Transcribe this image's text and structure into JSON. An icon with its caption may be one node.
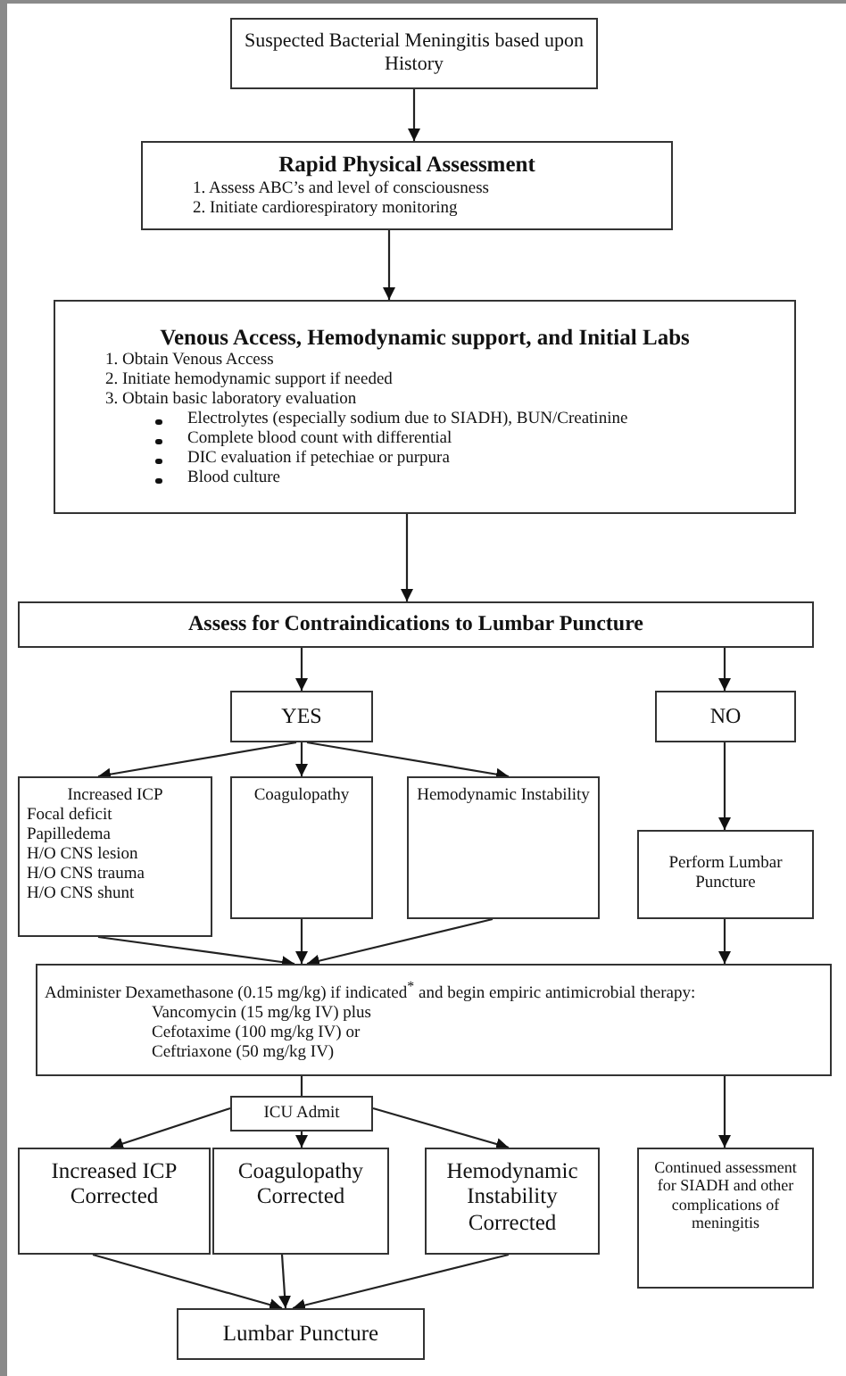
{
  "diagram": {
    "nodes": [
      {
        "text": [
          "Suspected Bacterial Meningitis based upon History"
        ]
      },
      {
        "text": [
          "Rapid Physical Assessment",
          "1. Assess ABC’s and level of consciousness",
          "2. Initiate cardiorespiratory monitoring"
        ]
      },
      {
        "text": [
          "Venous Access, Hemodynamic support, and Initial Labs",
          "1. Obtain Venous Access",
          "2. Initiate hemodynamic support if needed",
          "3. Obtain basic laboratory evaluation",
          "Electrolytes (especially sodium due to SIADH), BUN/Creatinine",
          "Complete blood count with differential",
          "DIC evaluation if petechiae or purpura",
          "Blood culture"
        ]
      },
      {
        "text": [
          "Assess for Contraindications to Lumbar Puncture"
        ]
      },
      {
        "text": [
          "YES"
        ]
      },
      {
        "text": [
          "NO"
        ]
      },
      {
        "text": [
          "Increased ICP",
          "Focal deficit",
          "Papilledema",
          "H/O CNS lesion",
          "H/O CNS trauma",
          "H/O CNS shunt"
        ]
      },
      {
        "text": [
          "Coagulopathy"
        ]
      },
      {
        "text": [
          "Hemodynamic Instability"
        ]
      },
      {
        "text": [
          "Perform Lumbar Puncture"
        ]
      },
      {
        "text": [
          "Administer Dexamethasone (0.15 mg/kg) if indicated$^{*}$ and begin empiric antimicrobial therapy:",
          "Vancomycin (15 mg/kg IV) plus",
          "Cefotaxime (100 mg/kg IV) or",
          "Ceftriaxone (50 mg/kg IV)"
        ]
      },
      {
        "text": [
          "ICU Admit"
        ]
      },
      {
        "text": [
          "Increased ICP Corrected"
        ]
      },
      {
        "text": [
          "Coagulopathy Corrected"
        ]
      },
      {
        "text": [
          "Hemodynamic Instability Corrected"
        ]
      },
      {
        "text": [
          "Continued assessment for SIADH and other complications of meningitis"
        ]
      },
      {
        "text": [
          "Lumbar Puncture"
        ]
      }
    ],
    "edges": [
      {
        "from": 0,
        "to": 1,
        "arrow": "to"
      },
      {
        "from": 1,
        "to": 2,
        "arrow": "to"
      },
      {
        "from": 2,
        "to": 3,
        "arrow": "to"
      },
      {
        "from": 3,
        "to": 4,
        "arrow": "to"
      },
      {
        "from": 3,
        "to": 5,
        "arrow": "to"
      },
      {
        "from": 4,
        "to": 6,
        "arrow": "to"
      },
      {
        "from": 4,
        "to": 7,
        "arrow": "to"
      },
      {
        "from": 4,
        "to": 8,
        "arrow": "to"
      },
      {
        "from": 5,
        "to": 9,
        "arrow": "to"
      },
      {
        "from": 6,
        "to": 10,
        "arrow": "to"
      },
      {
        "from": 7,
        "to": 10,
        "arrow": "to"
      },
      {
        "from": 8,
        "to": 10,
        "arrow": "to"
      },
      {
        "from": 9,
        "to": 10,
        "arrow": "to"
      },
      {
        "from": 10,
        "to": 11,
        "arrow": "none"
      },
      {
        "from": 11,
        "to": 12,
        "arrow": "to"
      },
      {
        "from": 11,
        "to": 13,
        "arrow": "to"
      },
      {
        "from": 11,
        "to": 14,
        "arrow": "to"
      },
      {
        "from": 10,
        "to": 15,
        "arrow": "to"
      },
      {
        "from": 12,
        "to": 16,
        "arrow": "to"
      },
      {
        "from": 13,
        "to": 16,
        "arrow": "to"
      },
      {
        "from": 14,
        "to": 16,
        "arrow": "to"
      }
    ]
  }
}
